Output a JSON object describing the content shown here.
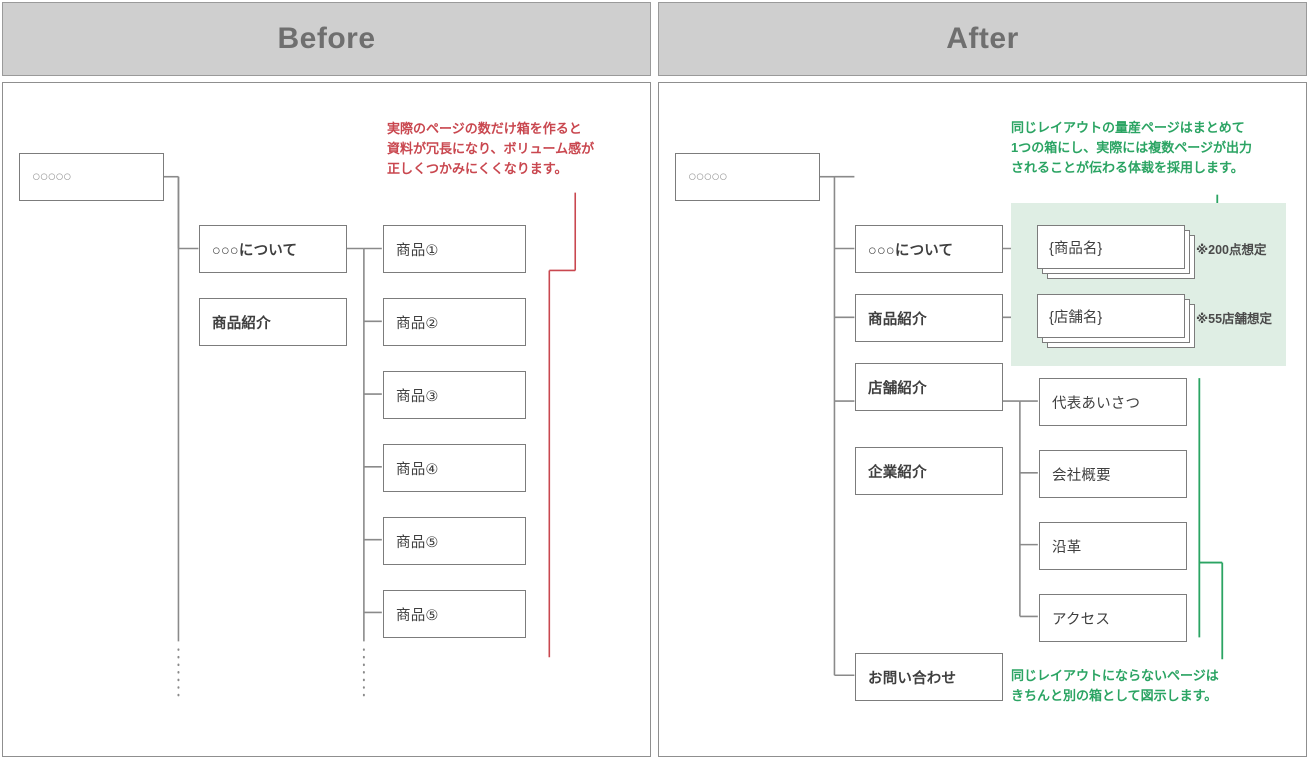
{
  "panels": {
    "before": {
      "title": "Before",
      "nodes": {
        "root": "○○○○○",
        "about": "○○○について",
        "products_parent": "商品紹介",
        "products": [
          "商品①",
          "商品②",
          "商品③",
          "商品④",
          "商品⑤",
          "商品⑤"
        ]
      },
      "annotation": "実際のページの数だけ箱を作ると\n資料が冗長になり、ボリューム感が\n正しくつかみにくくなります。",
      "annotation_color": "#c9474f"
    },
    "after": {
      "title": "After",
      "nodes": {
        "root": "○○○○○",
        "about": "○○○について",
        "products_parent": "商品紹介",
        "shops_parent": "店舗紹介",
        "company_parent": "企業紹介",
        "contact": "お問い合わせ",
        "product_stack": "{商品名}",
        "shop_stack": "{店舗名}",
        "company_children": [
          "代表あいさつ",
          "会社概要",
          "沿革",
          "アクセス"
        ]
      },
      "notes": {
        "product_count": "※200点想定",
        "shop_count": "※55店舗想定"
      },
      "annotation_top": "同じレイアウトの量産ページはまとめて\n1つの箱にし、実際には複数ページが出力\nされることが伝わる体裁を採用します。",
      "annotation_bottom": "同じレイアウトにならないページは\nきちんと別の箱として図示します。",
      "annotation_color": "#2ba463",
      "highlight_color": "#dfeee4"
    }
  },
  "colors": {
    "header_bg": "#cfcfcf",
    "header_text": "#6f6f6f",
    "box_border": "#7c7c7c",
    "connector": "#8a8a8a",
    "red": "#c9474f",
    "green": "#2ba463"
  }
}
